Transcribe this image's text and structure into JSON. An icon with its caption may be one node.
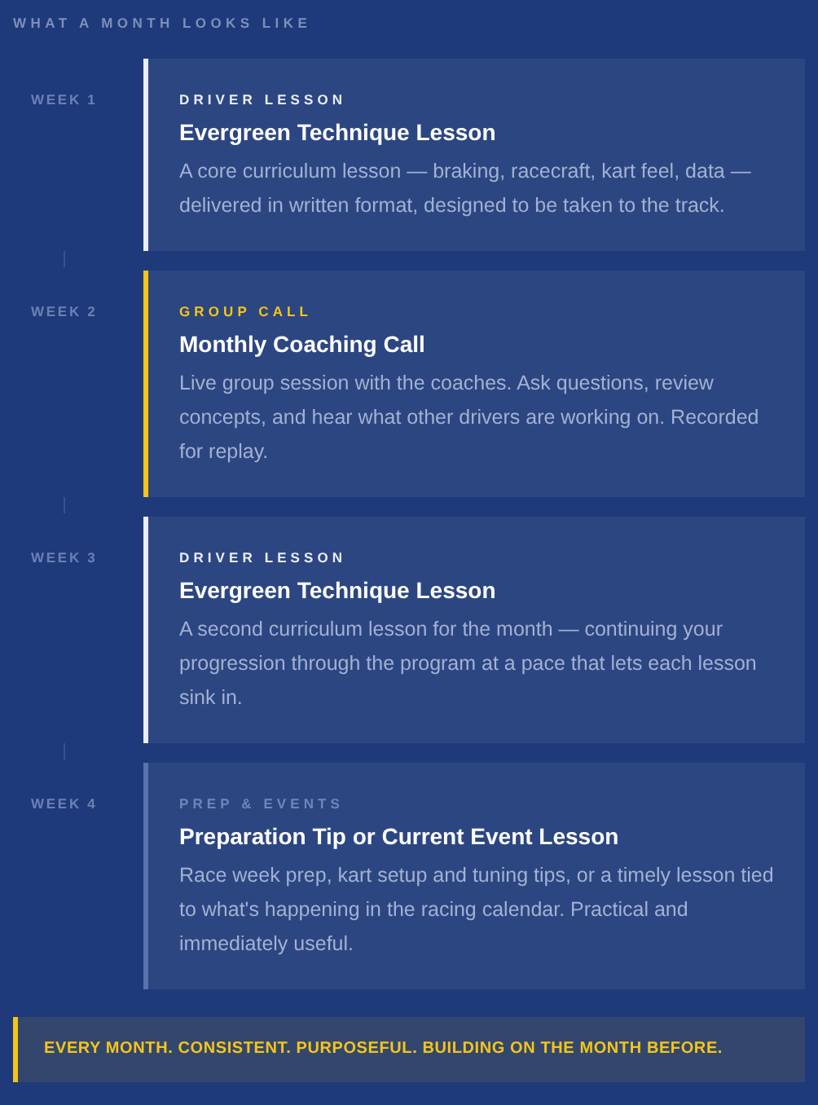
{
  "diagram": {
    "title": "WHAT A MONTH LOOKS LIKE",
    "nodes": [
      {
        "text": [
          "DRIVER LESSON",
          "Evergreen Technique Lesson",
          "A core curriculum lesson — braking, racecraft, kart feel, data — delivered in written format, designed to be taken to the track."
        ],
        "beside": [
          "WEEK 1"
        ]
      },
      {
        "text": [
          "GROUP CALL",
          "Monthly Coaching Call",
          "Live group session with the coaches. Ask questions, review concepts, and hear what other drivers are working on. Recorded for replay."
        ],
        "beside": [
          "WEEK 2"
        ]
      },
      {
        "text": [
          "DRIVER LESSON",
          "Evergreen Technique Lesson",
          "A second curriculum lesson for the month — continuing your progression through the program at a pace that lets each lesson sink in."
        ],
        "beside": [
          "WEEK 3"
        ]
      },
      {
        "text": [
          "PREP & EVENTS",
          "Preparation Tip or Current Event Lesson",
          "Race week prep, kart setup and tuning tips, or a timely lesson tied to what's happening in the racing calendar. Practical and immediately useful."
        ],
        "beside": [
          "WEEK 4"
        ]
      },
      {
        "text": [
          "EVERY MONTH. CONSISTENT. PURPOSEFUL. BUILDING ON THE MONTH BEFORE."
        ]
      }
    ]
  }
}
